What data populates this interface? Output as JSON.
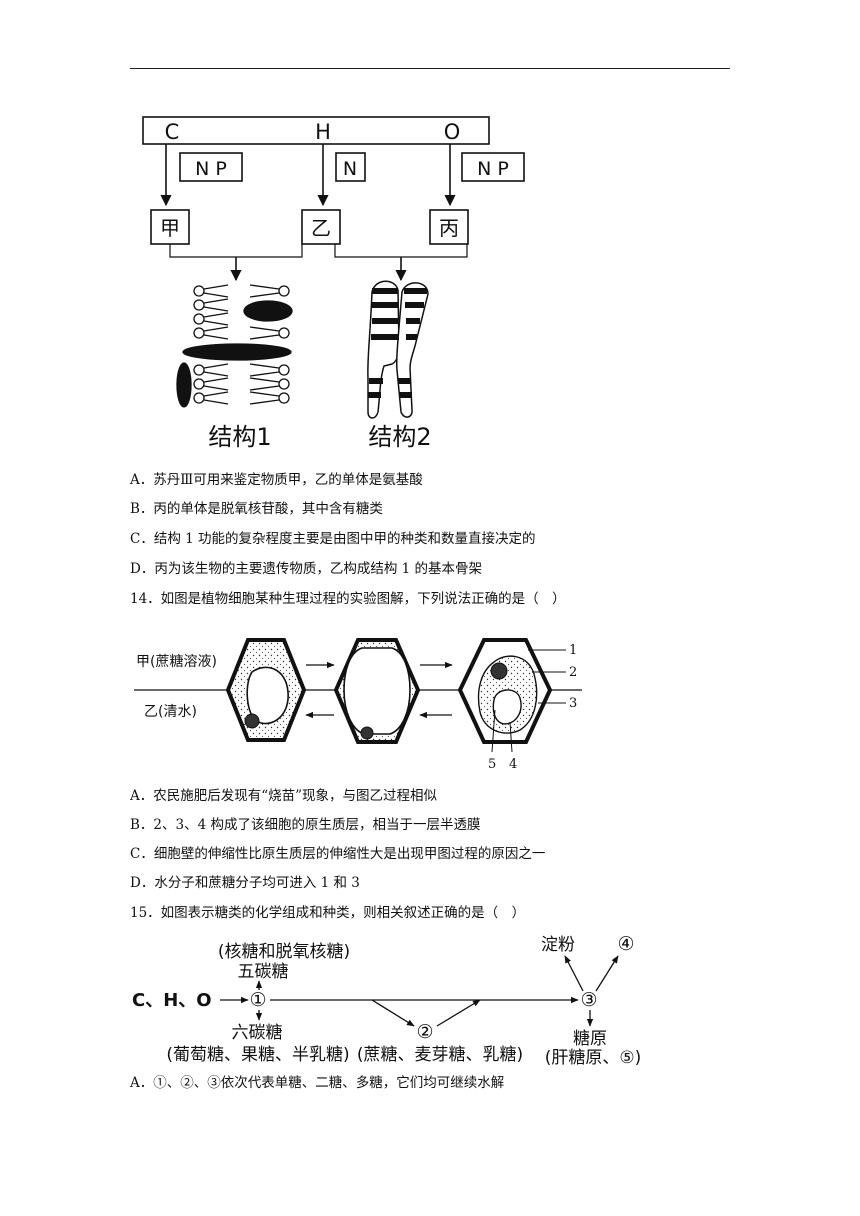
{
  "fig1": {
    "elements": [
      "C",
      "H",
      "O"
    ],
    "add_left": "N P",
    "add_mid": "N",
    "add_right": "N P",
    "box_jia": "甲",
    "box_yi": "乙",
    "box_bing": "丙",
    "struct1": "结构1",
    "struct2": "结构2"
  },
  "q13": {
    "a": "A．苏丹Ⅲ可用来鉴定物质甲，乙的单体是氨基酸",
    "b": "B．丙的单体是脱氧核苷酸，其中含有糖类",
    "c": "C．结构 1 功能的复杂程度主要是由图中甲的种类和数量直接决定的",
    "d": "D．丙为该生物的主要遗传物质，乙构成结构 1 的基本骨架"
  },
  "q14": {
    "stem": "14．如图是植物细胞某种生理过程的实验图解，下列说法正确的是（　）",
    "label_top": "甲(蔗糖溶液)",
    "label_bottom": "乙(清水)",
    "n1": "1",
    "n2": "2",
    "n3": "3",
    "n4": "4",
    "n5": "5",
    "a": "A．农民施肥后发现有“烧苗”现象，与图乙过程相似",
    "b": "B．2、3、4 构成了该细胞的原生质层，相当于一层半透膜",
    "c": "C．细胞壁的伸缩性比原生质层的伸缩性大是出现甲图过程的原因之一",
    "d": "D．水分子和蔗糖分子均可进入 1 和 3"
  },
  "q15": {
    "stem": "15．如图表示糖类的化学组成和种类，则相关叙述正确的是（　）",
    "start": "C、H、O",
    "pentose_examples": "(核糖和脱氧核糖)",
    "pentose": "五碳糖",
    "c1": "①",
    "c2": "②",
    "c3": "③",
    "c4": "④",
    "hexose": "六碳糖",
    "hexose_examples": "(葡萄糖、果糖、半乳糖)",
    "disaccharides": "(蔗糖、麦芽糖、乳糖)",
    "starch": "淀粉",
    "glycogen": "糖原",
    "glycogen_examples": "(肝糖原、⑤)",
    "a": "A．①、②、③依次代表单糖、二糖、多糖，它们均可继续水解"
  }
}
